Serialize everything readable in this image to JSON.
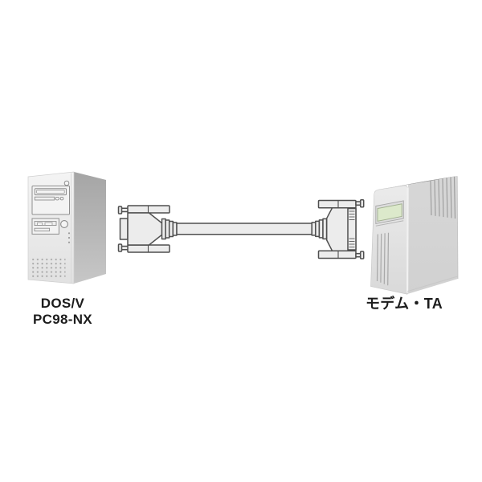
{
  "diagram": {
    "left_device": {
      "kind": "desktop-pc-tower",
      "label_line1": "DOS/V",
      "label_line2": "PC98-NX"
    },
    "right_device": {
      "kind": "modem-terminal-adapter-box",
      "label": "モデム・TA"
    },
    "cable": {
      "kind": "straight-serial-cable",
      "connector_left": "d-sub-connector-small",
      "connector_right": "d-sub-connector-wide"
    }
  },
  "colors": {
    "background": "#ffffff",
    "text": "#1c1c1c",
    "outline": "#4f4f4f",
    "connector_fill": "#ececec",
    "pc_front": "#ededed",
    "pc_side": "#b2b2b2",
    "modem_front": "#e4e4e4",
    "modem_side": "#d4d4d4",
    "modem_top_dark": "#8e8e8e",
    "lcd_screen": "#dce9cb",
    "lcd_frame": "#9fae8e"
  }
}
